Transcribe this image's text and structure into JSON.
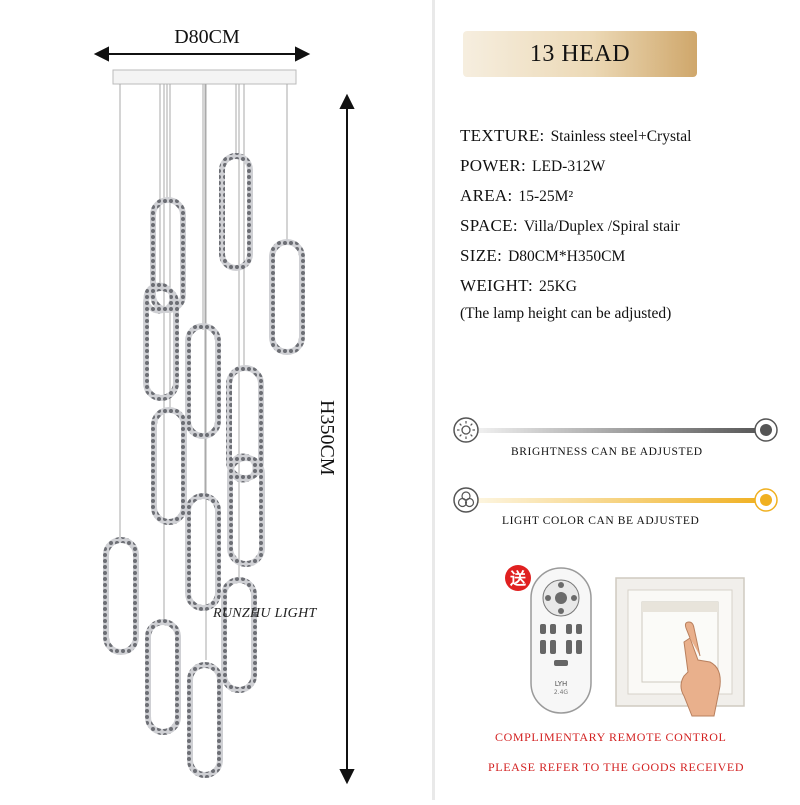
{
  "dimensions": {
    "width_label": "D80CM",
    "height_label": "H350CM",
    "brand": "RUNZHU LIGHT"
  },
  "badge": {
    "label": "13 HEAD",
    "colors": [
      "#f6eedf",
      "#cfa76b"
    ]
  },
  "specs": [
    {
      "key": "TEXTURE:",
      "value": "Stainless steel+Crystal"
    },
    {
      "key": "POWER:",
      "value": "LED-312W"
    },
    {
      "key": "AREA:",
      "value": "15-25M²"
    },
    {
      "key": "SPACE:",
      "value": "Villa/Duplex /Spiral stair"
    },
    {
      "key": "SIZE:",
      "value": "D80CM*H350CM"
    },
    {
      "key": "WEIGHT:",
      "value": "25KG"
    }
  ],
  "note": "(The lamp height can be adjusted)",
  "brightness": {
    "caption": "BRIGHTNESS CAN BE ADJUSTED",
    "icon": "sun-icon",
    "colors": [
      "#ffffff",
      "#555555"
    ]
  },
  "color_temp": {
    "caption": "LIGHT COLOR CAN BE ADJUSTED",
    "icon": "three-circles-icon",
    "colors": [
      "#ffffff",
      "#f0b020"
    ]
  },
  "remote": {
    "gift_badge": "送",
    "model_text": "LYH",
    "freq_text": "2.4G",
    "badge_color": "#e02020"
  },
  "footer": {
    "line1": "COMPLIMENTARY REMOTE CONTROL",
    "line2": "PLEASE REFER TO THE GOODS RECEIVED",
    "color": "#d32222"
  }
}
